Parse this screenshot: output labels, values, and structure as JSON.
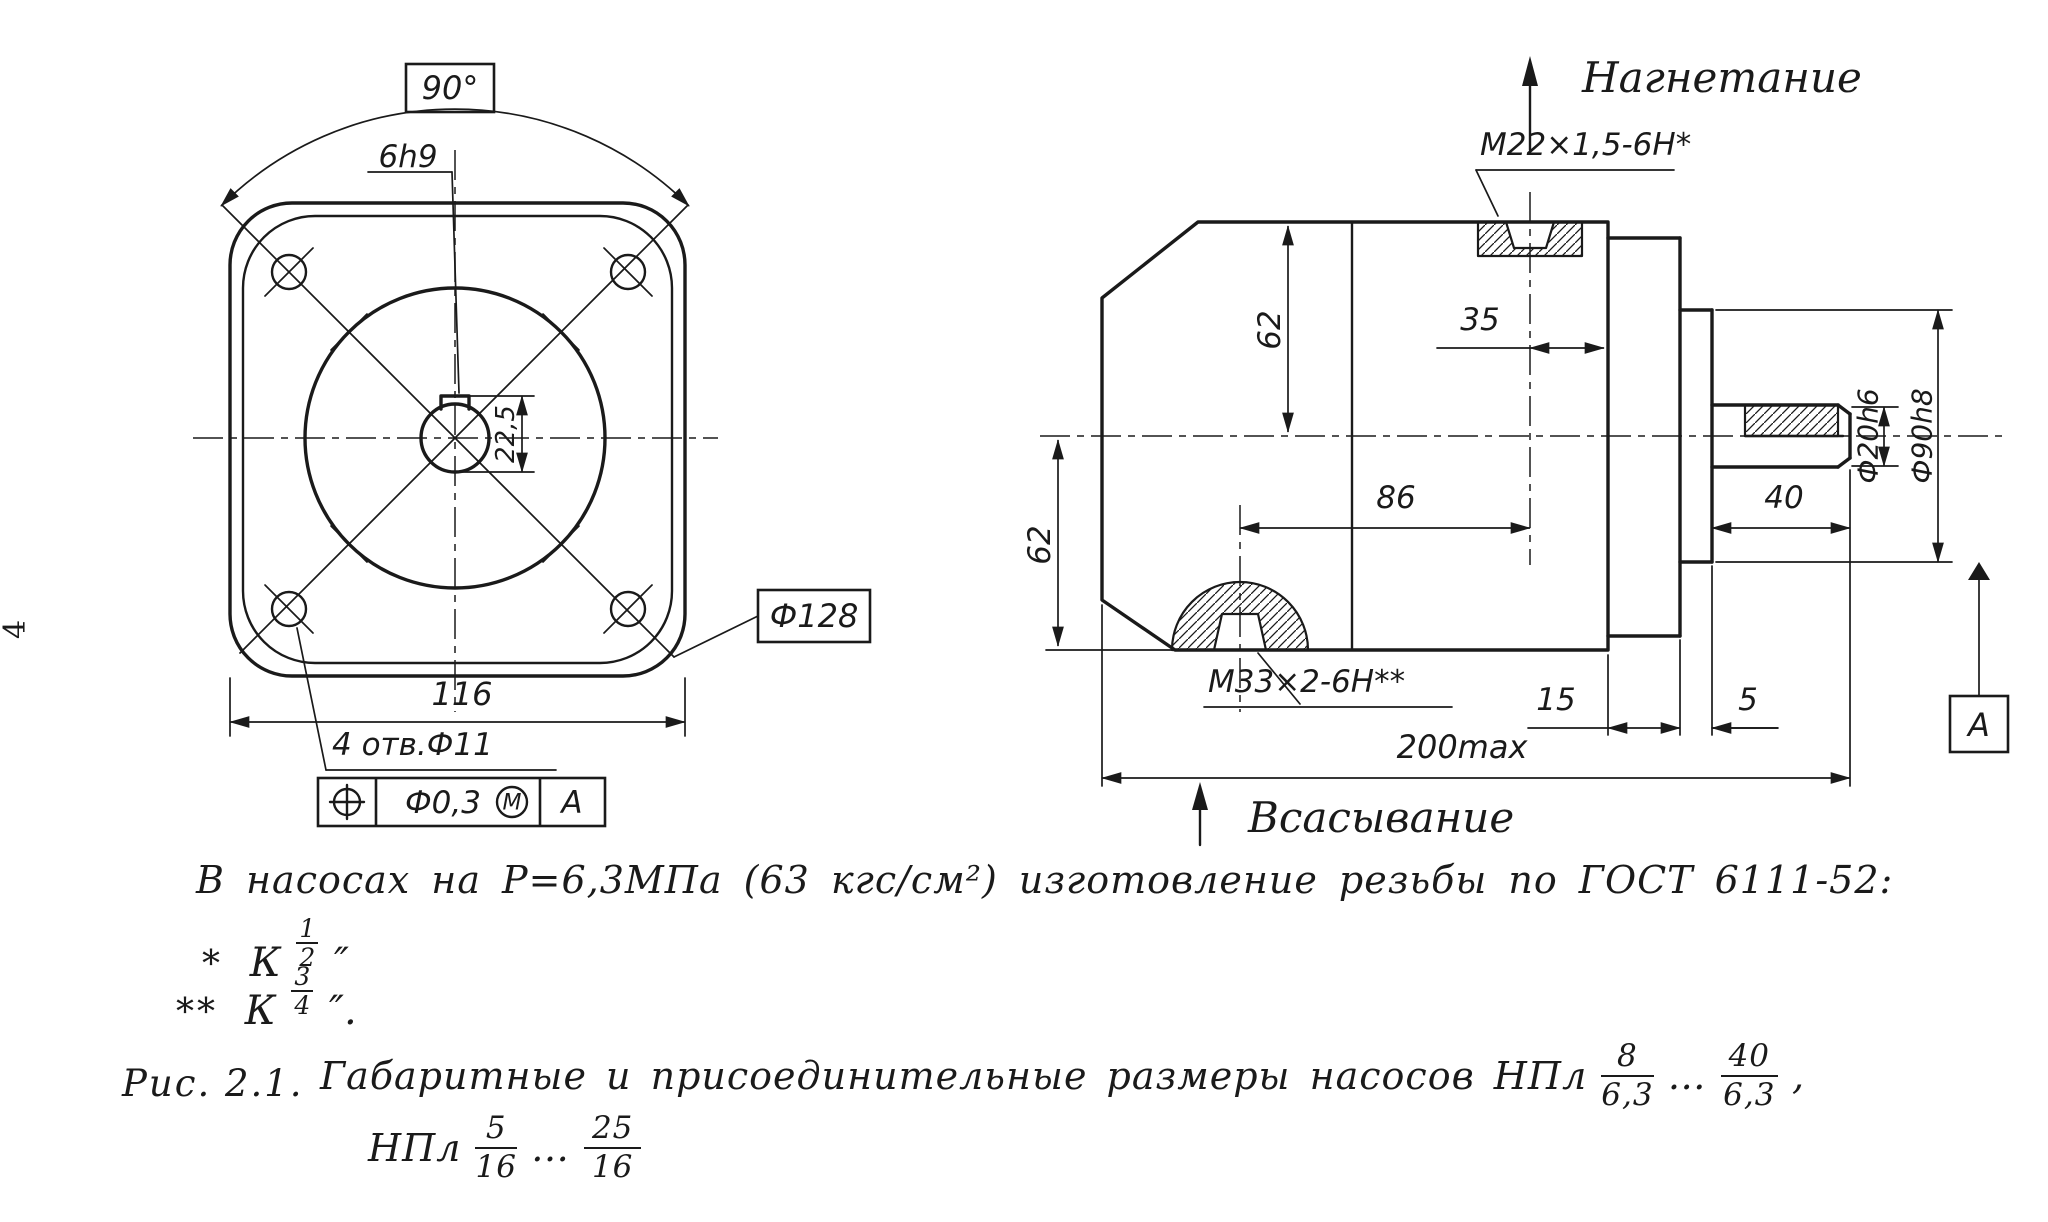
{
  "page": {
    "number": "4",
    "ink_color": "#1a1a1a",
    "background": "#ffffff"
  },
  "front_view": {
    "angle": "90°",
    "keyway": "6h9",
    "keyway_depth": "22,5",
    "bolt_circle": "Ф128",
    "width": "116",
    "holes_note": "4 отв.Ф11",
    "tolerance_frame": {
      "tolerance": "Ф0,3",
      "modifier": "М",
      "datum": "А"
    }
  },
  "side_view": {
    "discharge_label": "Нагнетание",
    "discharge_thread": "М22×1,5-6Н*",
    "suction_label": "Всасывание",
    "suction_thread": "М33×2-6Н**",
    "datum": "А",
    "dims": {
      "height_top": "62",
      "port_to_face": "35",
      "height_bottom": "62",
      "port_spacing": "86",
      "shaft_length": "40",
      "flange_thickness": "15",
      "hub_offset": "5",
      "overall_length": "200max",
      "shaft_diameter": "Ф20h6",
      "pilot_diameter": "Ф90h8"
    }
  },
  "notes": {
    "intro": "В насосах на Р=6,3МПа (63 кгс/см²) изготовление резьбы по ГОСТ 6111-52:",
    "items": [
      {
        "marker": "*",
        "prefix": "К",
        "numerator": "1",
        "denominator": "2",
        "suffix": "″"
      },
      {
        "marker": "**",
        "prefix": "К",
        "numerator": "3",
        "denominator": "4",
        "suffix": "″."
      }
    ]
  },
  "caption": {
    "figure": "Рис. 2.1.",
    "text": "Габаритные и присоединительные размеры насосов НПл",
    "range1": {
      "from_num": "8",
      "from_den": "6,3",
      "dots": "…",
      "to_num": "40",
      "to_den": "6,3",
      "tail": ","
    },
    "line2_prefix": "НПл",
    "range2": {
      "from_num": "5",
      "from_den": "16",
      "dots": "…",
      "to_num": "25",
      "to_den": "16"
    }
  }
}
